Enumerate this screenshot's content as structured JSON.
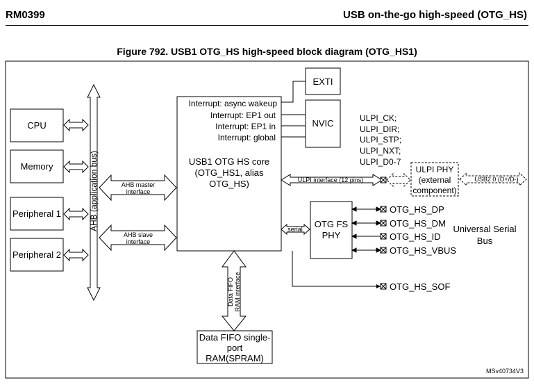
{
  "header": {
    "doc_id": "RM0399",
    "section": "USB on-the-go high-speed (OTG_HS)"
  },
  "figure_title": "Figure 792. USB1 OTG_HS high-speed block diagram (OTG_HS1)",
  "blocks": {
    "cpu": "CPU",
    "memory": "Memory",
    "peripheral1": "Peripheral 1",
    "peripheral2": "Peripheral 2",
    "exti": "EXTI",
    "nvic": "NVIC",
    "ulpi_phy": [
      "ULPI PHY",
      "(external",
      "component)"
    ],
    "fs_phy": [
      "OTG FS",
      "PHY"
    ],
    "fifo_ram": [
      "Data FIFO single-",
      "port",
      "RAM(SPRAM)"
    ]
  },
  "bus": {
    "ahb_label": "AHB (application bus)"
  },
  "core": {
    "interrupts": [
      "Interrupt: async wakeup",
      "Interrupt: EP1 out",
      "Interrupt: EP1 in",
      "Interrupt: global"
    ],
    "title_lines": [
      "USB1 OTG HS core",
      "(OTG_HS1, alias",
      "OTG_HS)"
    ]
  },
  "interfaces": {
    "ahb_master": [
      "AHB master",
      "interface"
    ],
    "ahb_slave": [
      "AHB slave",
      "interface"
    ],
    "ulpi": "ULPI interface (12 pins)",
    "serial": "serial",
    "fifo": [
      "Data FIFO",
      "RAM interface"
    ],
    "usb20": "USB2.0 (D+/D-)"
  },
  "ulpi_signals": [
    "ULPI_CK;",
    "ULPI_DIR;",
    "ULPI_STP;",
    "ULPI_NXT;",
    "ULPI_D0-7"
  ],
  "pins": [
    "OTG_HS_DP",
    "OTG_HS_DM",
    "OTG_HS_ID",
    "OTG_HS_VBUS"
  ],
  "sof_pin": "OTG_HS_SOF",
  "usb_bus_label": [
    "Universal Serial",
    "Bus"
  ],
  "figure_ref": "MSv40734V3"
}
